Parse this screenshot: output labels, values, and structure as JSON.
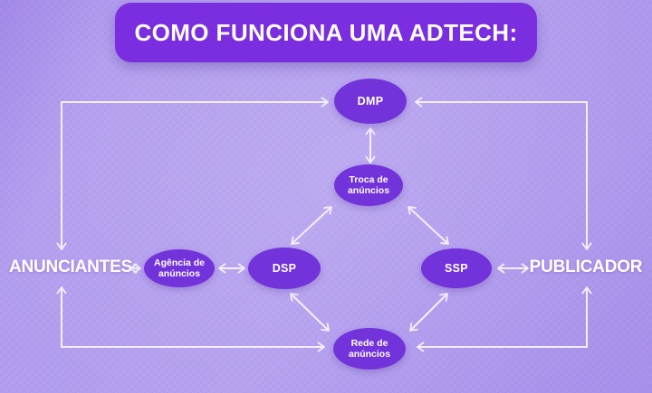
{
  "title": "COMO FUNCIONA UMA ADTECH:",
  "labels": {
    "advertisers": "ANUNCIANTES",
    "publisher": "PUBLICADOR"
  },
  "nodes": {
    "dmp": {
      "label": "DMP"
    },
    "exchange": {
      "label": "Troca de\nanúncios"
    },
    "agency": {
      "label": "Agência de\nanúncios"
    },
    "dsp": {
      "label": "DSP"
    },
    "ssp": {
      "label": "SSP"
    },
    "network": {
      "label": "Rede de\nanúncios"
    }
  },
  "colors": {
    "background": "#b19cee",
    "header": "#7a2ee0",
    "node": "#7233db",
    "text": "#ffffff",
    "arrow": "#f3effc"
  }
}
